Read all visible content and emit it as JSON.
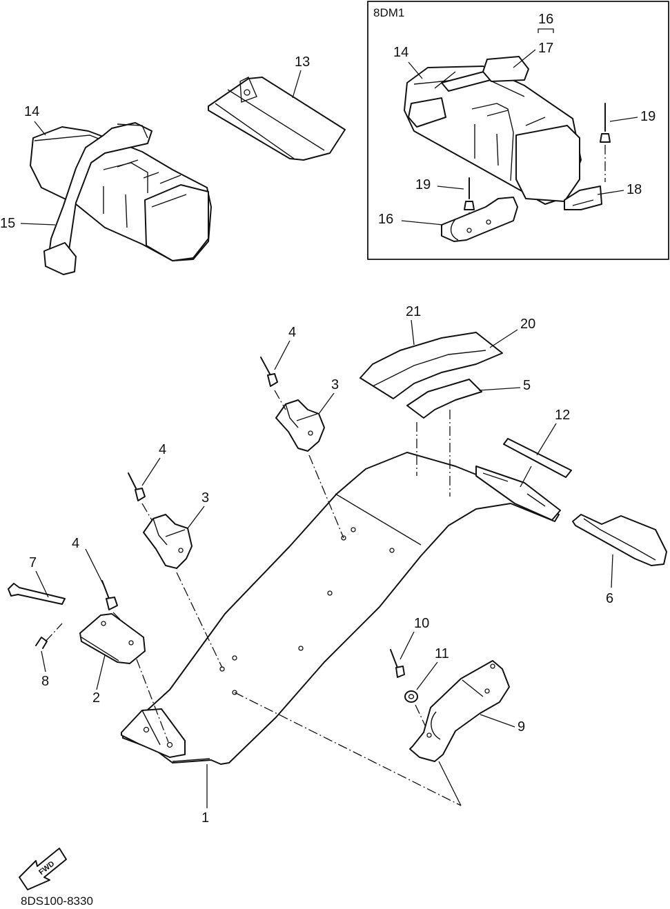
{
  "inset": {
    "model_code": "8DM1"
  },
  "labels": {
    "p1": "1",
    "p2": "2",
    "p3a": "3",
    "p3b": "3",
    "p4a": "4",
    "p4b": "4",
    "p4c": "4",
    "p5": "5",
    "p6": "6",
    "p7": "7",
    "p8": "8",
    "p9": "9",
    "p10": "10",
    "p11": "11",
    "p12": "12",
    "p13": "13",
    "p14a": "14",
    "p14b": "14",
    "p15": "15",
    "p16a": "16",
    "p16b": "16",
    "p17": "17",
    "p18": "18",
    "p19a": "19",
    "p19b": "19",
    "p20": "20",
    "p21": "21"
  },
  "fwd_arrow": {
    "text": "FWD",
    "icon": "fwd-arrow-icon"
  },
  "diagram_code": "8DS100-8330"
}
